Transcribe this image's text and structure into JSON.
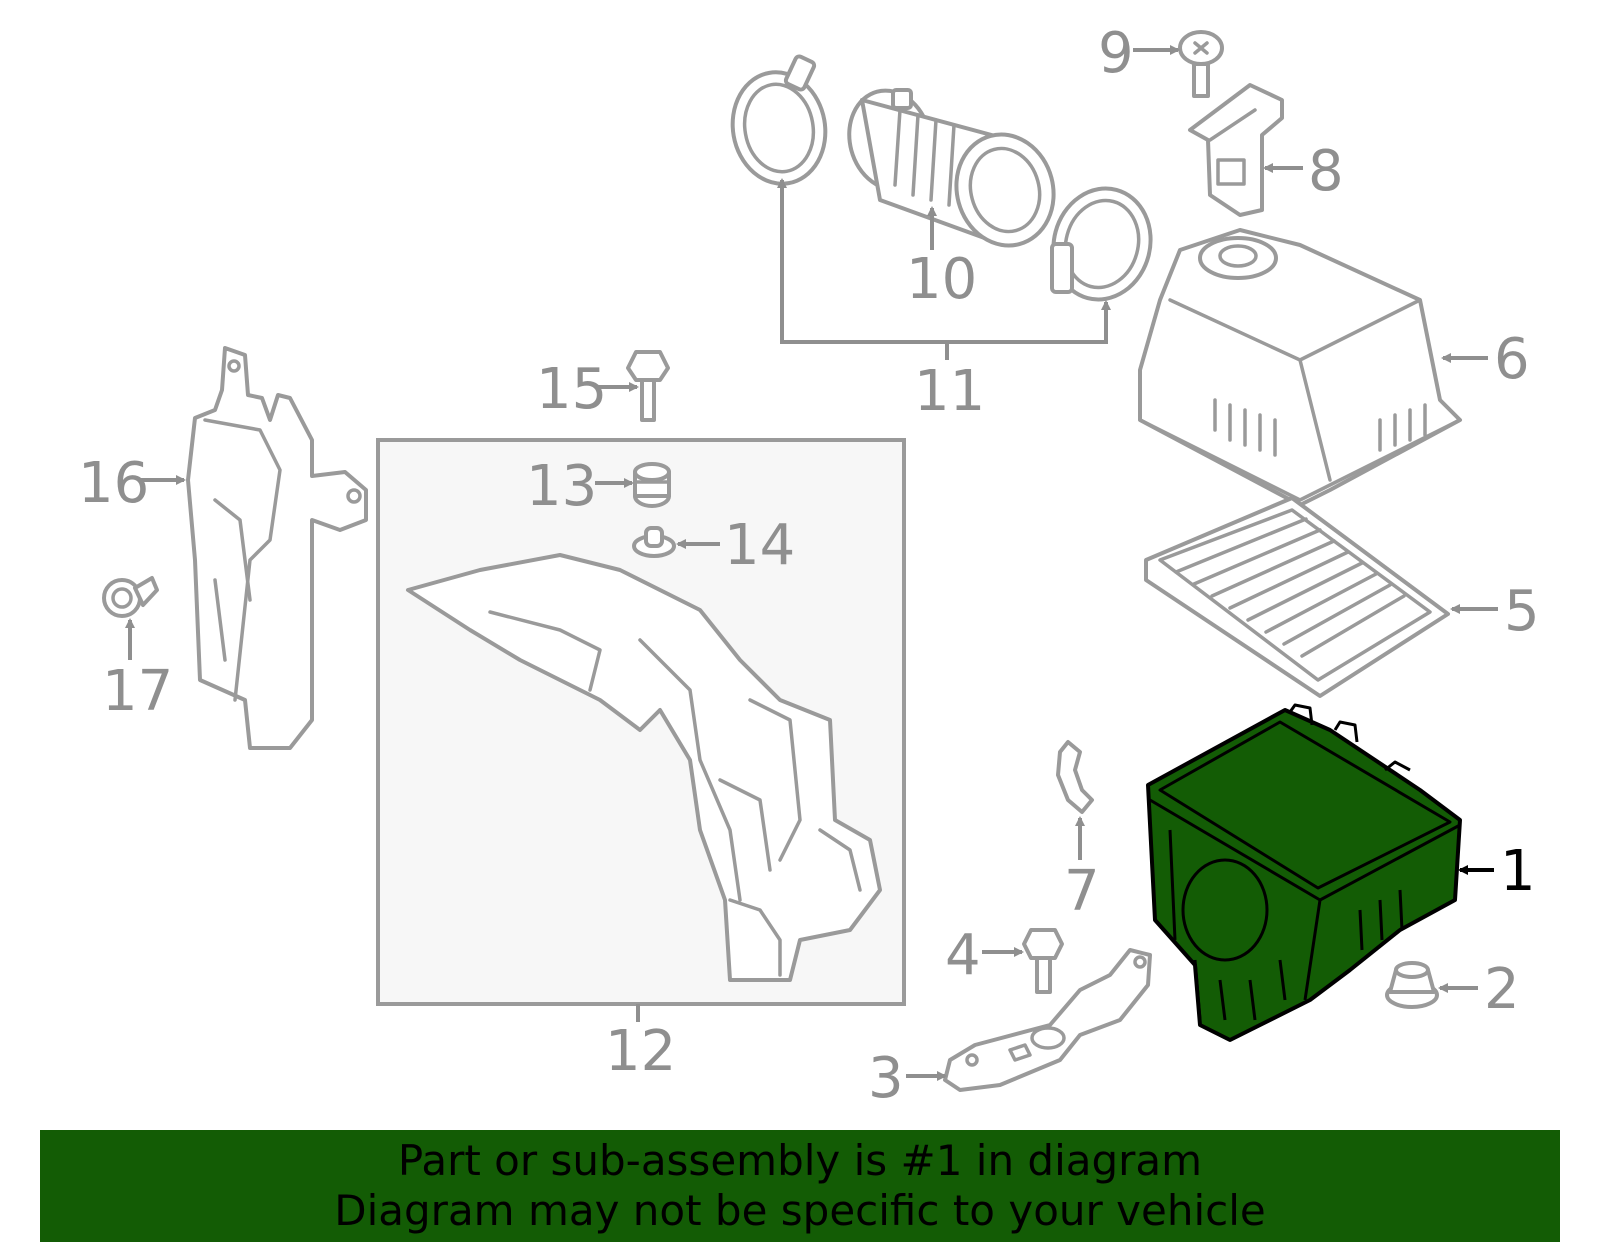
{
  "callouts": {
    "c1": "1",
    "c2": "2",
    "c3": "3",
    "c4": "4",
    "c5": "5",
    "c6": "6",
    "c7": "7",
    "c8": "8",
    "c9": "9",
    "c10": "10",
    "c11": "11",
    "c12": "12",
    "c13": "13",
    "c14": "14",
    "c15": "15",
    "c16": "16",
    "c17": "17"
  },
  "highlighted_part": "1",
  "colors": {
    "highlight_fill": "#135c05",
    "banner_background": "#135c05",
    "line_gray": "#9a9a9a",
    "label_gray": "#8f8f8f"
  },
  "banner": {
    "line1": "Part or sub-assembly is #1 in diagram",
    "line2": "Diagram may not be specific to your vehicle"
  }
}
